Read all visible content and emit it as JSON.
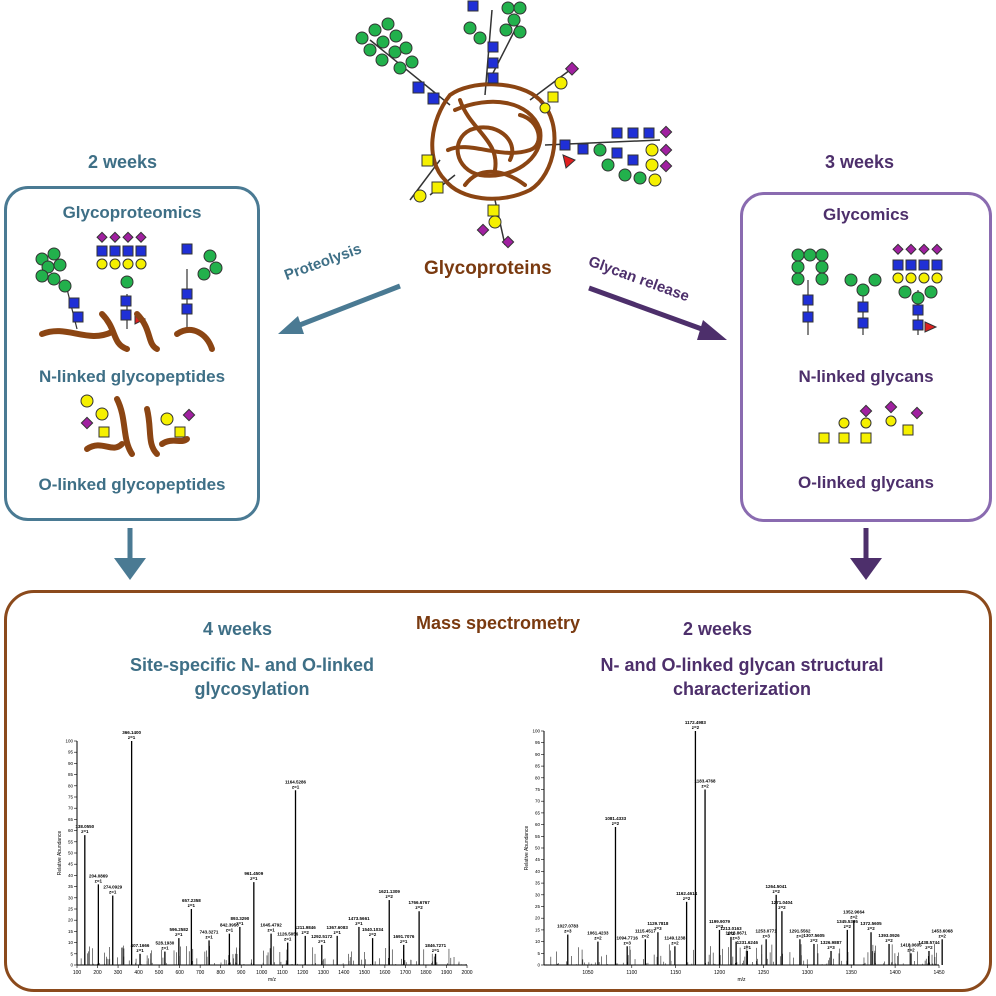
{
  "center": {
    "title": "Glycoproteins"
  },
  "left": {
    "duration": "2 weeks",
    "title": "Glycoproteomics",
    "n_label": "N-linked glycopeptides",
    "o_label": "O-linked glycopeptides",
    "arrow_label": "Proteolysis"
  },
  "right": {
    "duration": "3 weeks",
    "title": "Glycomics",
    "n_label": "N-linked glycans",
    "o_label": "O-linked glycans",
    "arrow_label": "Glycan release"
  },
  "ms": {
    "title": "Mass spectrometry",
    "left_duration": "4 weeks",
    "left_title_1": "Site-specific N- and O-linked",
    "left_title_2": "glycosylation",
    "right_duration": "2 weeks",
    "right_title_1": "N- and O-linked glycan structural",
    "right_title_2": "characterization"
  },
  "colors": {
    "teal": "#3e6f86",
    "purple": "#6a4b94",
    "brown": "#7a3a10",
    "green_circle": "#22b14c",
    "blue_square": "#1f2fd6",
    "yellow": "#f5f000",
    "magenta_diamond": "#a020a0",
    "red_triangle": "#e02020"
  },
  "chart_data": [
    {
      "type": "bar",
      "xlabel": "m/z",
      "ylabel": "Relative Abundance",
      "xlim": [
        100,
        2000
      ],
      "ylim": [
        0,
        100
      ],
      "x_ticks": [
        "100",
        "200",
        "300",
        "400",
        "500",
        "600",
        "700",
        "800",
        "900",
        "1000",
        "1100",
        "1200",
        "1300",
        "1400",
        "1500",
        "1600",
        "1700",
        "1800",
        "1900",
        "2000"
      ],
      "y_ticks": [
        "0",
        "5",
        "10",
        "15",
        "20",
        "25",
        "30",
        "35",
        "40",
        "45",
        "50",
        "55",
        "60",
        "65",
        "70",
        "75",
        "80",
        "85",
        "90",
        "95",
        "100"
      ],
      "peaks": [
        {
          "x": 138.055,
          "y": 58,
          "label": "138.0550",
          "charge": "z=1"
        },
        {
          "x": 204.0869,
          "y": 36,
          "label": "204.0869",
          "charge": "z=1"
        },
        {
          "x": 274.0929,
          "y": 31,
          "label": "274.0929",
          "charge": "z=1"
        },
        {
          "x": 366.14,
          "y": 100,
          "label": "366.1400",
          "charge": "z=1"
        },
        {
          "x": 407.1666,
          "y": 5,
          "label": "407.1666",
          "charge": "z=1"
        },
        {
          "x": 528.193,
          "y": 6,
          "label": "528.1930",
          "charge": "z=1"
        },
        {
          "x": 596.2582,
          "y": 12,
          "label": "596.2582",
          "charge": "z=1"
        },
        {
          "x": 657.2358,
          "y": 25,
          "label": "657.2358",
          "charge": "z=1"
        },
        {
          "x": 743.3271,
          "y": 11,
          "label": "743.3271",
          "charge": "z=1"
        },
        {
          "x": 842.395,
          "y": 14,
          "label": "842.3950",
          "charge": "z=1"
        },
        {
          "x": 893.329,
          "y": 17,
          "label": "893.3290",
          "charge": "z=1"
        },
        {
          "x": 961.4509,
          "y": 37,
          "label": "961.4509",
          "charge": "z=1"
        },
        {
          "x": 1045.4792,
          "y": 14,
          "label": "1045.4792",
          "charge": "z=1"
        },
        {
          "x": 1126.5056,
          "y": 10,
          "label": "1126.5056",
          "charge": "z=1"
        },
        {
          "x": 1164.5286,
          "y": 78,
          "label": "1164.5286",
          "charge": "z=1"
        },
        {
          "x": 1211.9846,
          "y": 13,
          "label": "1211.9846",
          "charge": "z=2"
        },
        {
          "x": 1292.5172,
          "y": 9,
          "label": "1292.5172",
          "charge": "z=1"
        },
        {
          "x": 1367.6083,
          "y": 13,
          "label": "1367.6083",
          "charge": "z=1"
        },
        {
          "x": 1473.5661,
          "y": 17,
          "label": "1473.5661",
          "charge": "z=1"
        },
        {
          "x": 1540.1034,
          "y": 12,
          "label": "1540.1034",
          "charge": "z=2"
        },
        {
          "x": 1621.1309,
          "y": 29,
          "label": "1621.1309",
          "charge": "z=2"
        },
        {
          "x": 1691.7076,
          "y": 9,
          "label": "1691.7076",
          "charge": "z=1"
        },
        {
          "x": 1766.6767,
          "y": 24,
          "label": "1766.6767",
          "charge": "z=2"
        },
        {
          "x": 1846.7271,
          "y": 5,
          "label": "1846.7271",
          "charge": "z=1"
        }
      ]
    },
    {
      "type": "bar",
      "xlabel": "m/z",
      "ylabel": "Relative Abundance",
      "xlim": [
        1000,
        1450
      ],
      "ylim": [
        0,
        100
      ],
      "x_ticks": [
        "1050",
        "1100",
        "1150",
        "1200",
        "1250",
        "1300",
        "1350",
        "1400",
        "1450"
      ],
      "y_ticks": [
        "0",
        "5",
        "10",
        "15",
        "20",
        "25",
        "30",
        "35",
        "40",
        "45",
        "50",
        "55",
        "60",
        "65",
        "70",
        "75",
        "80",
        "85",
        "90",
        "95",
        "100"
      ],
      "peaks": [
        {
          "x": 1027.0783,
          "y": 13,
          "label": "1027.0783",
          "charge": "z=3"
        },
        {
          "x": 1061.4233,
          "y": 10,
          "label": "1061.4233",
          "charge": "z=2"
        },
        {
          "x": 1081.4333,
          "y": 59,
          "label": "1081.4333",
          "charge": "z=2"
        },
        {
          "x": 1094.7716,
          "y": 8,
          "label": "1094.7716",
          "charge": "z=3"
        },
        {
          "x": 1115.4517,
          "y": 11,
          "label": "1115.4517",
          "charge": "z=2"
        },
        {
          "x": 1129.7818,
          "y": 14,
          "label": "1129.7818",
          "charge": "z=3"
        },
        {
          "x": 1149.1238,
          "y": 8,
          "label": "1149.1238",
          "charge": "z=2"
        },
        {
          "x": 1162.4614,
          "y": 27,
          "label": "1162.4614",
          "charge": "z=2"
        },
        {
          "x": 1172.4983,
          "y": 100,
          "label": "1172.4983",
          "charge": "z=2"
        },
        {
          "x": 1183.4768,
          "y": 75,
          "label": "1183.4768",
          "charge": "z=2"
        },
        {
          "x": 1199.9079,
          "y": 15,
          "label": "1199.9079",
          "charge": "z=3"
        },
        {
          "x": 1213.0163,
          "y": 12,
          "label": "1213.0163",
          "charge": "z=2"
        },
        {
          "x": 1218.8671,
          "y": 10,
          "label": "1218.8671",
          "charge": "z=3"
        },
        {
          "x": 1231.6246,
          "y": 6,
          "label": "1231.6246",
          "charge": "z=1"
        },
        {
          "x": 1253.0771,
          "y": 11,
          "label": "1253.0771",
          "charge": "z=3"
        },
        {
          "x": 1264.5041,
          "y": 30,
          "label": "1264.5041",
          "charge": "z=2"
        },
        {
          "x": 1271.0404,
          "y": 23,
          "label": "1271.0404",
          "charge": "z=2"
        },
        {
          "x": 1291.5562,
          "y": 11,
          "label": "1291.5562",
          "charge": "z=2"
        },
        {
          "x": 1307.5605,
          "y": 9,
          "label": "1307.5605",
          "charge": "z=2"
        },
        {
          "x": 1326.9887,
          "y": 6,
          "label": "1326.9887",
          "charge": "z=3"
        },
        {
          "x": 1345.5305,
          "y": 15,
          "label": "1345.5305",
          "charge": "z=2"
        },
        {
          "x": 1352.9664,
          "y": 19,
          "label": "1352.9664",
          "charge": "z=2"
        },
        {
          "x": 1372.5605,
          "y": 14,
          "label": "1372.5605",
          "charge": "z=2"
        },
        {
          "x": 1393.0926,
          "y": 9,
          "label": "1393.0926",
          "charge": "z=2"
        },
        {
          "x": 1418.0605,
          "y": 5,
          "label": "1418.0605",
          "charge": "z=2"
        },
        {
          "x": 1438.5744,
          "y": 6,
          "label": "1438.5744",
          "charge": "z=2"
        },
        {
          "x": 1453.6068,
          "y": 11,
          "label": "1453.6068",
          "charge": "z=2"
        }
      ]
    }
  ]
}
